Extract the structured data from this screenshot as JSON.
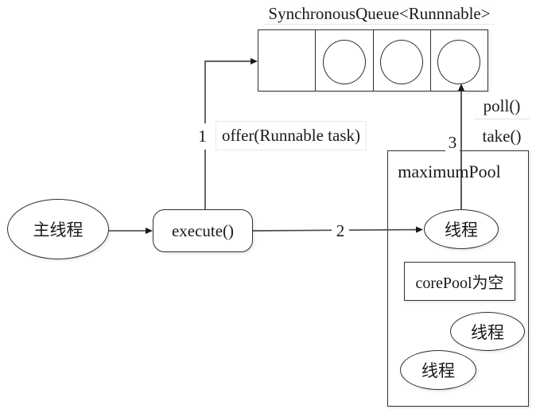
{
  "diagram": {
    "title": "SynchronousQueue<Runnnable>",
    "queue": {
      "cell_count": 4,
      "cells_filled": [
        false,
        true,
        true,
        true
      ]
    },
    "labels": {
      "step1": "1",
      "step2": "2",
      "step3": "3",
      "offer": "offer(Runnable task)",
      "poll": "poll()",
      "take": "take()"
    },
    "nodes": {
      "main_thread": "主线程",
      "execute": "execute()",
      "maximum_pool": "maximumPool",
      "core_pool_empty": "corePool为空"
    },
    "threads": [
      "线程",
      "线程",
      "线程"
    ],
    "colors": {
      "line": "#4a4a4a",
      "arrowhead": "#1a1a1a",
      "shape_border": "#2f2f2f",
      "text": "#1a1a1a",
      "background": "#ffffff"
    }
  }
}
